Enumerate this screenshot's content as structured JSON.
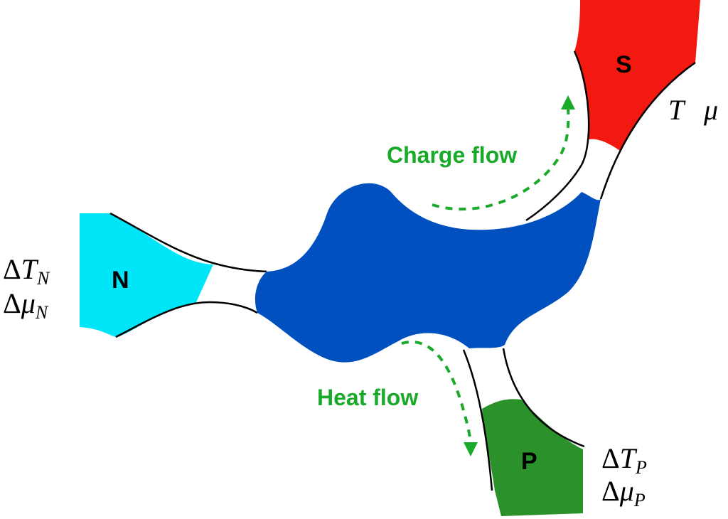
{
  "leads": {
    "N": {
      "label": "N",
      "color": "#00e5f8"
    },
    "S": {
      "label": "S",
      "color": "#f21a10"
    },
    "P": {
      "label": "P",
      "color": "#2b922b"
    }
  },
  "scatterer": {
    "color": "#0050c0"
  },
  "flows": {
    "charge": {
      "label": "Charge flow",
      "color": "#1aaa2a"
    },
    "heat": {
      "label": "Heat flow",
      "color": "#1aaa2a"
    }
  },
  "math_labels": {
    "N": {
      "delta": "Δ",
      "T": "T",
      "mu": "μ",
      "sub": "N"
    },
    "S": {
      "T": "T",
      "mu": "μ"
    },
    "P": {
      "delta": "Δ",
      "T": "T",
      "mu": "μ",
      "sub": "P"
    }
  }
}
